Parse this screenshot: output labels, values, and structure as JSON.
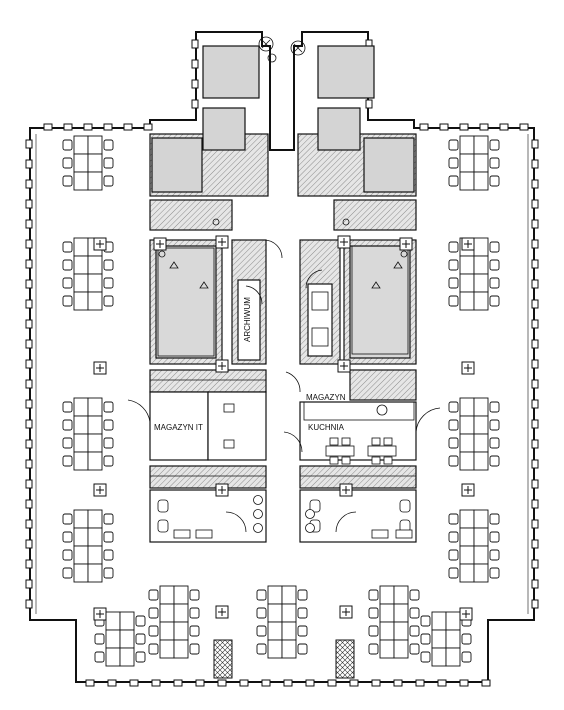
{
  "rooms": {
    "magazyn_left": "MAGAZYN IT",
    "archiwum": "ARCHIWUM",
    "magazyn_right": "MAGAZYN",
    "kuchnia": "KUCHNIA"
  },
  "colors": {
    "wall": "#111111",
    "hatch": "#9a9a9a",
    "core_fill": "#d9d9d9",
    "line": "#222222",
    "background": "#ffffff"
  },
  "icons": [
    "workstation-desk",
    "office-chair",
    "column-cross",
    "toilet",
    "sink",
    "door-swing",
    "plant",
    "stair-hatch"
  ]
}
